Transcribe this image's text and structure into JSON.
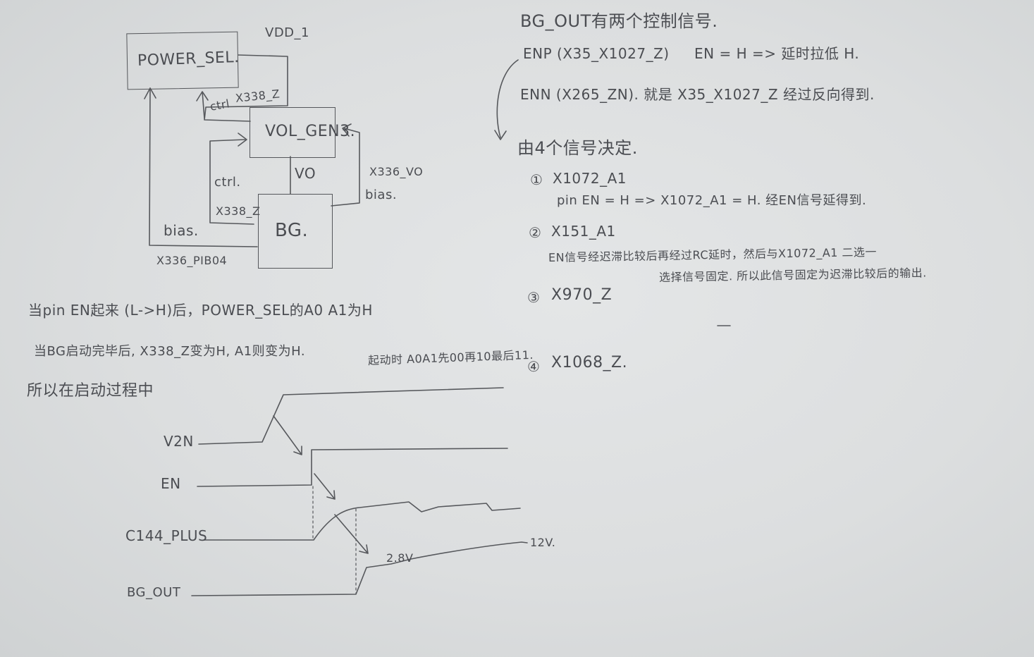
{
  "block_diagram": {
    "power_sel": "POWER_SEL.",
    "vdd": "VDD_1",
    "ctrl_top": "ctrl",
    "x338_top": "X338_Z",
    "vol_gen": "VOL_GEN3.",
    "vo": "VO",
    "ctrl_left": "ctrl.",
    "x338_left": "X338_Z",
    "x336_vo": "X336_VO",
    "bias_right": "bias.",
    "bias_left": "bias.",
    "bg": "BG.",
    "x336_pib": "X336_PIB04"
  },
  "right_notes": {
    "title": "BG_OUT有两个控制信号.",
    "enp": "ENP (X35_X1027_Z)",
    "enp_eq": "EN = H => 延时拉低 H.",
    "enn": "ENN (X265_ZN). 就是 X35_X1027_Z 经过反向得到.",
    "decide": "由4个信号决定.",
    "item1_num": "①",
    "item1": "X1072_A1",
    "item1_desc": "pin EN = H => X1072_A1 = H. 经EN信号延得到.",
    "item2_num": "②",
    "item2": "X151_A1",
    "item2_desc1": "EN信号经迟滞比较后再经过RC延时，然后与X1072_A1 二选一",
    "item2_desc2": "选择信号固定. 所以此信号固定为迟滞比较后的输出.",
    "item3_num": "③",
    "item3": "X970_Z",
    "item4_num": "④",
    "item4": "X1068_Z."
  },
  "bottom_notes": {
    "line1": "当pin EN起来 (L->H)后，POWER_SEL的A0 A1为H",
    "line2": "当BG启动完毕后, X338_Z变为H, A1则变为H.",
    "line3": "所以在启动过程中",
    "line3b": "起动时 A0A1先00再10最后11."
  },
  "waveform": {
    "signals": [
      "V2N",
      "EN",
      "C144_PLUS",
      "BG_OUT"
    ],
    "label_28v": "2.8V",
    "label_12v": "12V."
  }
}
